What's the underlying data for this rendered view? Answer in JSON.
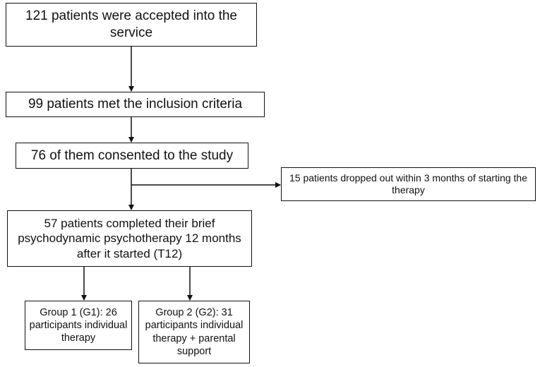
{
  "flowchart": {
    "box_accepted": "121 patients  were accepted  into the service",
    "box_inclusion": "99 patients met the inclusion criteria",
    "box_consented": "76 of them consented to the study",
    "box_dropout": "15 patients dropped out within 3 months of starting the therapy",
    "box_completed": "57 patients completed their brief psychodynamic psychotherapy 12 months after it started  (T12)",
    "box_group1": "Group 1 (G1): 26 participants individual therapy",
    "box_group2": "Group 2 (G2): 31 participants individual therapy + parental support"
  },
  "colors": {
    "stroke": "#111111",
    "background": "#ffffff"
  }
}
